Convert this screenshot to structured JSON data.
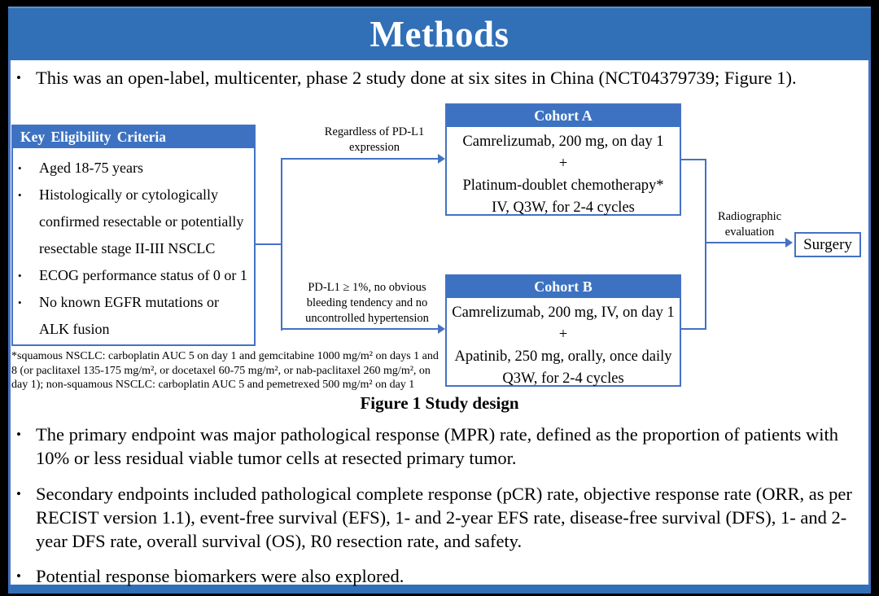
{
  "title": "Methods",
  "intro_bullet": "This was an open-label, multicenter, phase 2 study done at six sites in China (NCT04379739; Figure 1).",
  "figure": {
    "eligibility": {
      "header": "Key Eligibility Criteria",
      "items": [
        "Aged 18-75 years",
        "Histologically or cytologically confirmed resectable or potentially resectable stage II-III NSCLC",
        "ECOG performance status of 0 or 1",
        "No known EGFR mutations or ALK fusion"
      ]
    },
    "branch_labels": {
      "top": "Regardless of PD-L1 expression",
      "bottom": "PD-L1 ≥ 1%, no obvious bleeding tendency and no uncontrolled hypertension"
    },
    "cohort_a": {
      "header": "Cohort A",
      "lines": [
        "Camrelizumab, 200 mg, on day 1",
        "+",
        "Platinum-doublet chemotherapy*",
        "IV, Q3W, for 2-4 cycles"
      ]
    },
    "cohort_b": {
      "header": "Cohort B",
      "lines": [
        "Camrelizumab, 200 mg, IV, on day 1",
        "+",
        "Apatinib, 250 mg, orally, once daily",
        "Q3W, for 2-4 cycles"
      ]
    },
    "evaluation_label": "Radiographic evaluation",
    "surgery_label": "Surgery",
    "footnote": "*squamous NSCLC: carboplatin AUC 5 on day 1 and gemcitabine 1000 mg/m² on days 1 and 8 (or paclitaxel 135-175 mg/m², or docetaxel 60-75 mg/m², or nab-paclitaxel 260 mg/m², on day 1); non-squamous NSCLC: carboplatin AUC 5 and pemetrexed 500 mg/m² on day 1",
    "caption": "Figure 1 Study design"
  },
  "bullets": [
    "The primary endpoint was major pathological response (MPR) rate, defined as the proportion of patients with 10% or less residual viable tumor cells at resected primary tumor.",
    "Secondary endpoints included pathological complete response (pCR) rate, objective response rate (ORR, as per RECIST version 1.1), event-free survival (EFS), 1- and 2-year EFS rate, disease-free survival (DFS), 1- and 2-year DFS rate, overall survival (OS), R0 resection rate, and safety.",
    "Potential response biomarkers were also explored."
  ],
  "bullet_glyph": "•",
  "colors": {
    "title_band": "#3170B7",
    "box_header": "#3C72C1",
    "border_blue": "#4472C4",
    "text": "#000000",
    "background": "#FFFFFF",
    "frame": "#000000"
  }
}
